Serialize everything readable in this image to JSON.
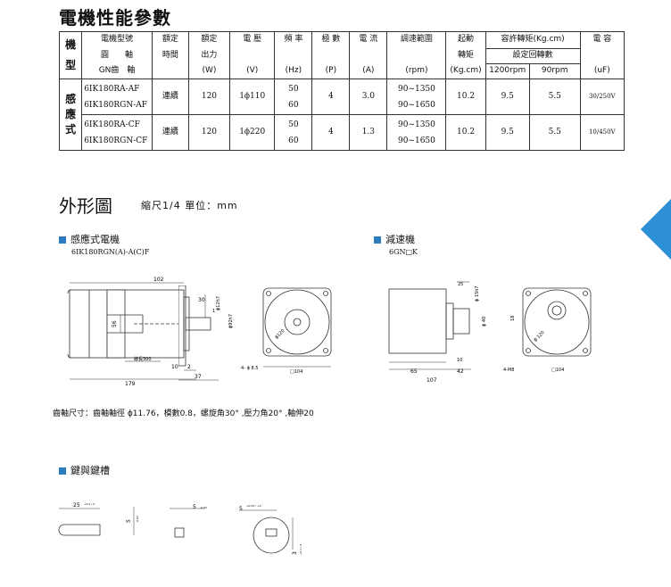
{
  "title": "電機性能參數",
  "table": {
    "header": {
      "c1": [
        "機",
        "型"
      ],
      "c2": [
        "電機型號",
        "圓　　軸",
        "GN齒　軸"
      ],
      "c3": [
        "額定",
        "時間"
      ],
      "c4": [
        "額定",
        "出力",
        "(W)"
      ],
      "c5": [
        "電 壓",
        "(V)"
      ],
      "c6": [
        "頻 率",
        "(Hz)"
      ],
      "c7": [
        "極 數",
        "(P)"
      ],
      "c8": [
        "電 流",
        "(A)"
      ],
      "c9": [
        "調速範圍",
        "(rpm)"
      ],
      "c10": [
        "起動",
        "轉矩",
        "(Kg.cm)"
      ],
      "c11": "容許轉矩(Kg.cm)",
      "c11b": "設定回轉數",
      "c11c": [
        "1200rpm",
        "90rpm"
      ],
      "c12": [
        "電 容",
        "(uF)"
      ]
    },
    "type_label": [
      "感",
      "應",
      "式"
    ],
    "rows": [
      {
        "model1": "6IK180RA-AF",
        "model2": "6IK180RGN-AF",
        "time": "連續",
        "output": "120",
        "voltage": "1ϕ110",
        "freq1": "50",
        "freq2": "60",
        "poles": "4",
        "current": "3.0",
        "range1": "90~1350",
        "range2": "90~1650",
        "start": "10.2",
        "t1200": "9.5",
        "t90": "5.5",
        "cap": "30/250V"
      },
      {
        "model1": "6IK180RA-CF",
        "model2": "6IK180RGN-CF",
        "time": "連續",
        "output": "120",
        "voltage": "1ϕ220",
        "freq1": "50",
        "freq2": "60",
        "poles": "4",
        "current": "1.3",
        "range1": "90~1350",
        "range2": "90~1650",
        "start": "10.2",
        "t1200": "9.5",
        "t90": "5.5",
        "cap": "10/450V"
      }
    ]
  },
  "outline": {
    "title": "外形圖",
    "scale": "縮尺1/4  單位：mm"
  },
  "motor_section": {
    "title": "感應式電機",
    "model": "6IK180RGN(A)-A(C)F"
  },
  "gear_section": {
    "title": "減速機",
    "model": "6GN□K"
  },
  "key_section": {
    "title": "鍵與鍵槽"
  },
  "gear_note": "齒軸尺寸：齒軸軸徑 ϕ11.76，模數0.8，螺旋角30° ,壓力角20° ,軸伸20",
  "dims": {
    "motor": {
      "d102": "102",
      "d30": "30",
      "d56": "56",
      "d_shaft": "ϕ12h7",
      "d_pilot": "ϕ92h7",
      "lead": "線長300",
      "d10": "10",
      "d2": "2",
      "d37": "37",
      "d179": "179",
      "d120": "ϕ120",
      "holes": "4- ϕ 8.5",
      "sq104": "□104",
      "d1": "1"
    },
    "gear": {
      "d25": "25",
      "d15": "ϕ 15h7",
      "d40": "ϕ 40",
      "d18": "18",
      "d10": "10",
      "d65": "65",
      "d42": "42",
      "d107": "107",
      "d120": "ϕ 120",
      "holes": "4-M8",
      "sq104": "□104"
    },
    "key": {
      "d25": "25",
      "d25tol": "+0.2 / 0",
      "d5a": "5",
      "d5atol": "-0.03",
      "d5b": "5",
      "d5btol": "-0.03",
      "d5c": "5",
      "d5ctol": "+0.04 / +0",
      "d3": "3",
      "d3tol": "+0.1 / 0"
    }
  },
  "colors": {
    "accent": "#2b7bbf",
    "tab": "#2d8fd6"
  }
}
